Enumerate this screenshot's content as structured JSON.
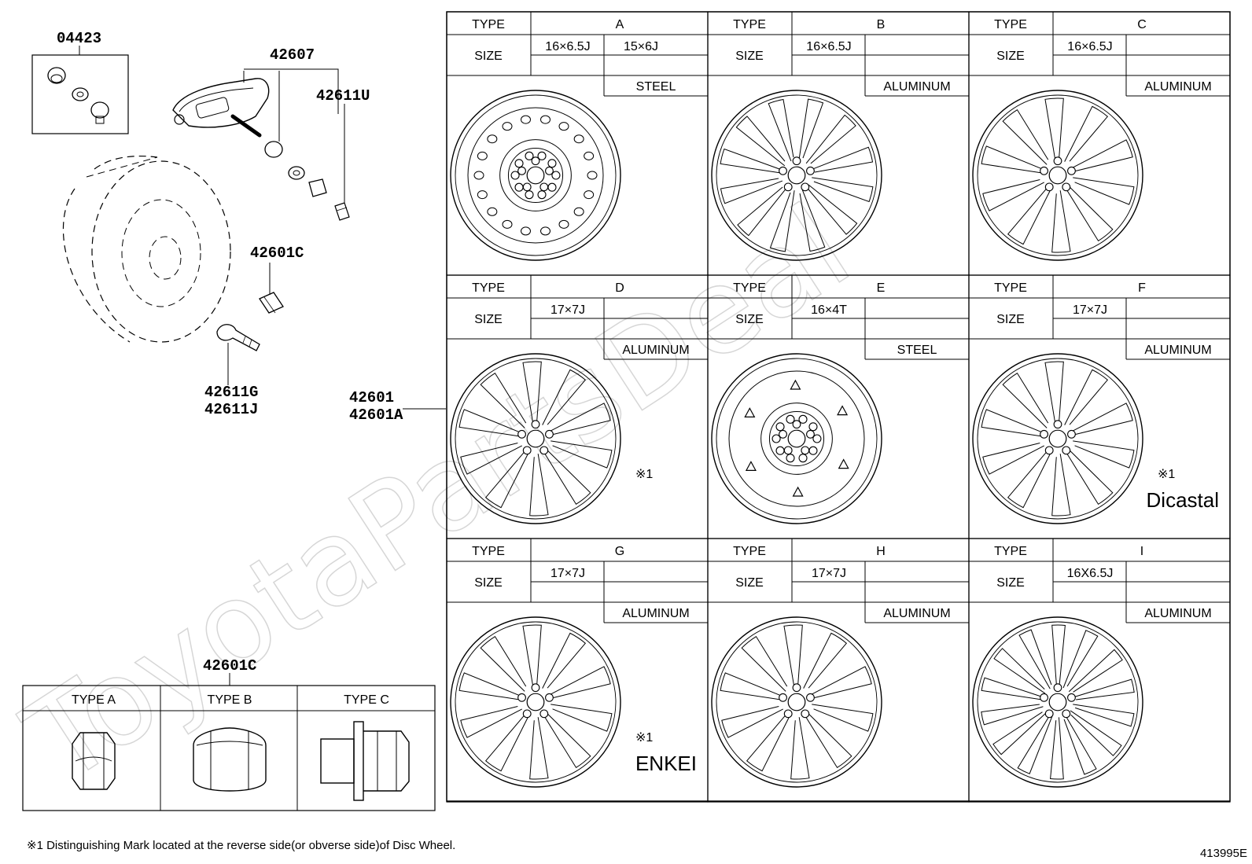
{
  "watermark": "ToyotaPartsDeal",
  "part_numbers": {
    "valve_cap_kit": "04423",
    "tpms_sensor": "42607",
    "valve_core": "42611U",
    "hub_nut_small": "42601C",
    "valve_stem_1": "42611G",
    "valve_stem_2": "42611J",
    "wheel_1": "42601",
    "wheel_2": "42601A",
    "nut_table": "42601C"
  },
  "nut_table": {
    "types": [
      "TYPE A",
      "TYPE B",
      "TYPE C"
    ]
  },
  "wheel_table": {
    "type_label": "TYPE",
    "size_label": "SIZE",
    "wheels": [
      {
        "type": "A",
        "sizes": [
          "16×6.5J",
          "15×6J"
        ],
        "material": "STEEL"
      },
      {
        "type": "B",
        "sizes": [
          "16×6.5J"
        ],
        "material": "ALUMINUM"
      },
      {
        "type": "C",
        "sizes": [
          "16×6.5J"
        ],
        "material": "ALUMINUM"
      },
      {
        "type": "D",
        "sizes": [
          "17×7J"
        ],
        "material": "ALUMINUM",
        "mark": "※1"
      },
      {
        "type": "E",
        "sizes": [
          "16×4T"
        ],
        "material": "STEEL"
      },
      {
        "type": "F",
        "sizes": [
          "17×7J"
        ],
        "material": "ALUMINUM",
        "mark": "※1",
        "brand": "Dicastal"
      },
      {
        "type": "G",
        "sizes": [
          "17×7J"
        ],
        "material": "ALUMINUM",
        "mark": "※1",
        "brand": "ENKEI"
      },
      {
        "type": "H",
        "sizes": [
          "17×7J"
        ],
        "material": "ALUMINUM"
      },
      {
        "type": "I",
        "sizes": [
          "16X6.5J"
        ],
        "material": "ALUMINUM"
      }
    ]
  },
  "footnote": "※1 Distinguishing Mark located at the reverse side(or obverse side)of Disc Wheel.",
  "diagram_id": "413995E"
}
